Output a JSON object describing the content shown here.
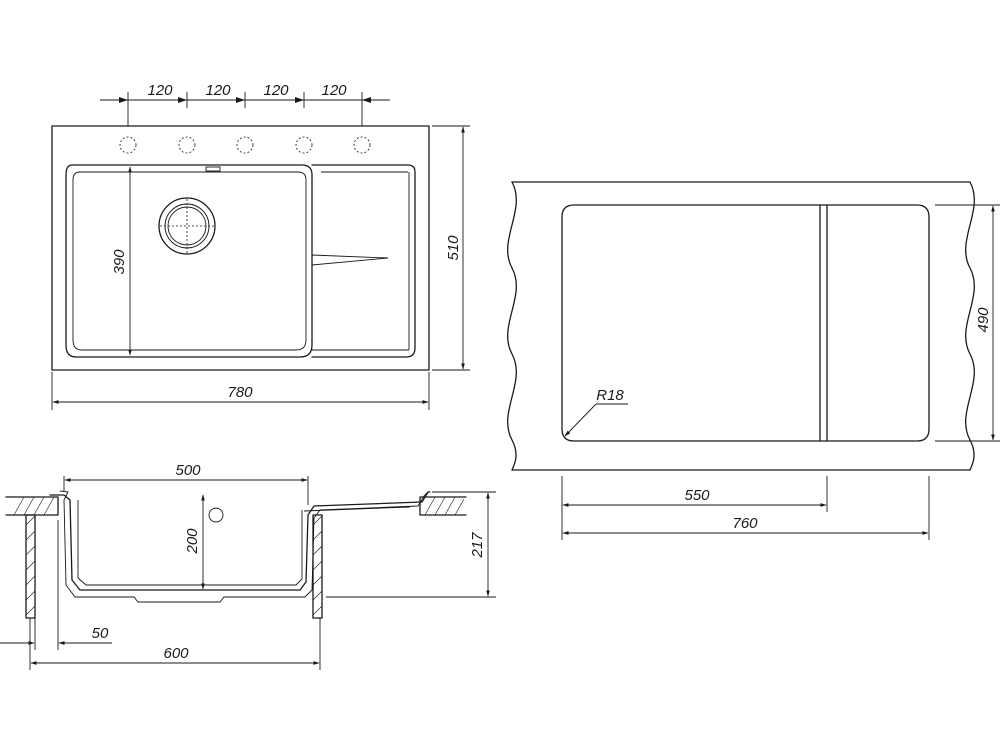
{
  "dimensions": {
    "hole_spacing_1": "120",
    "hole_spacing_2": "120",
    "hole_spacing_3": "120",
    "hole_spacing_4": "120",
    "bowl_length": "390",
    "overall_width": "510",
    "overall_length": "780",
    "bowl_width_section": "500",
    "bowl_depth": "200",
    "overall_height": "217",
    "rim_offset": "50",
    "cabinet_width": "600",
    "cutout_depth": "490",
    "corner_radius": "R18",
    "bowl_cutout_length": "550",
    "cutout_length": "760"
  }
}
